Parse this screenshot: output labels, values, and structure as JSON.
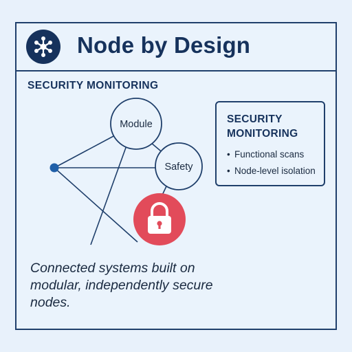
{
  "header": {
    "title": "Node by Design",
    "logo_icon": "network-nodes-icon"
  },
  "section": {
    "label": "SECURITY MONITORING"
  },
  "diagram": {
    "nodes": [
      {
        "id": "module",
        "label": "Module"
      },
      {
        "id": "safety",
        "label": "Safety"
      },
      {
        "id": "lock",
        "label": "",
        "icon": "padlock-icon",
        "color": "#e24b5a"
      },
      {
        "id": "hub",
        "label": ""
      }
    ]
  },
  "card": {
    "title": "SECURITY MONITORING",
    "items": [
      "Functional scans",
      "Node-level isolation"
    ],
    "bullet": "•"
  },
  "caption": "Connected systems built on modular, independently secure nodes.",
  "colors": {
    "navy": "#16325c",
    "line": "#1f3f6b",
    "background": "#e8f1fb",
    "lock": "#e24b5a",
    "hub_dot": "#1f5fa8"
  }
}
